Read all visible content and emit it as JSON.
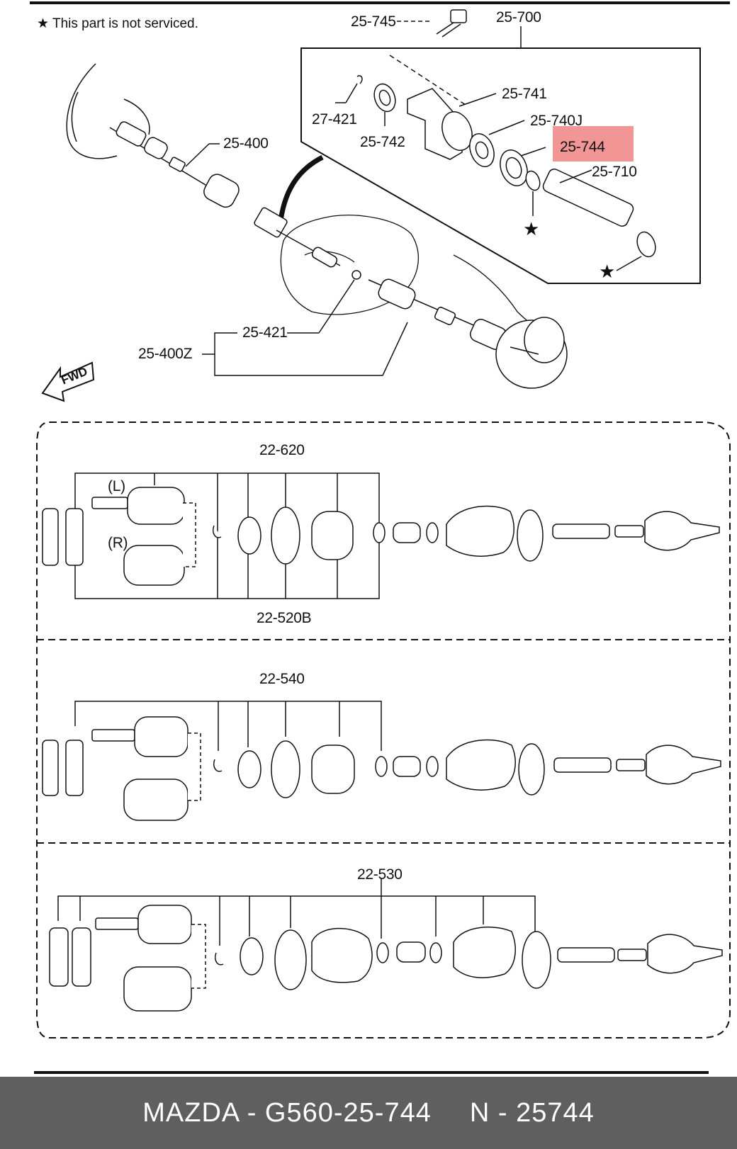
{
  "note": "★ This part is not serviced.",
  "labels": {
    "p25_745": "25-745",
    "p25_700": "25-700",
    "p27_421": "27-421",
    "p25_742": "25-742",
    "p25_741": "25-741",
    "p25_740J": "25-740J",
    "p25_744": "25-744",
    "p25_710": "25-710",
    "p25_400": "25-400",
    "p25_421": "25-421",
    "p25_400Z": "25-400Z",
    "fwd": "FWD",
    "p22_620": "22-620",
    "side_L": "(L)",
    "side_R": "(R)",
    "p22_520B": "22-520B",
    "p22_540": "22-540",
    "p22_530": "22-530"
  },
  "footer": {
    "part_number": "MAZDA - G560-25-744",
    "alt_number": "N - 25744"
  },
  "colors": {
    "highlight": "#f08383",
    "footer_bg": "#5f5f5f",
    "footer_text": "#ffffff"
  }
}
